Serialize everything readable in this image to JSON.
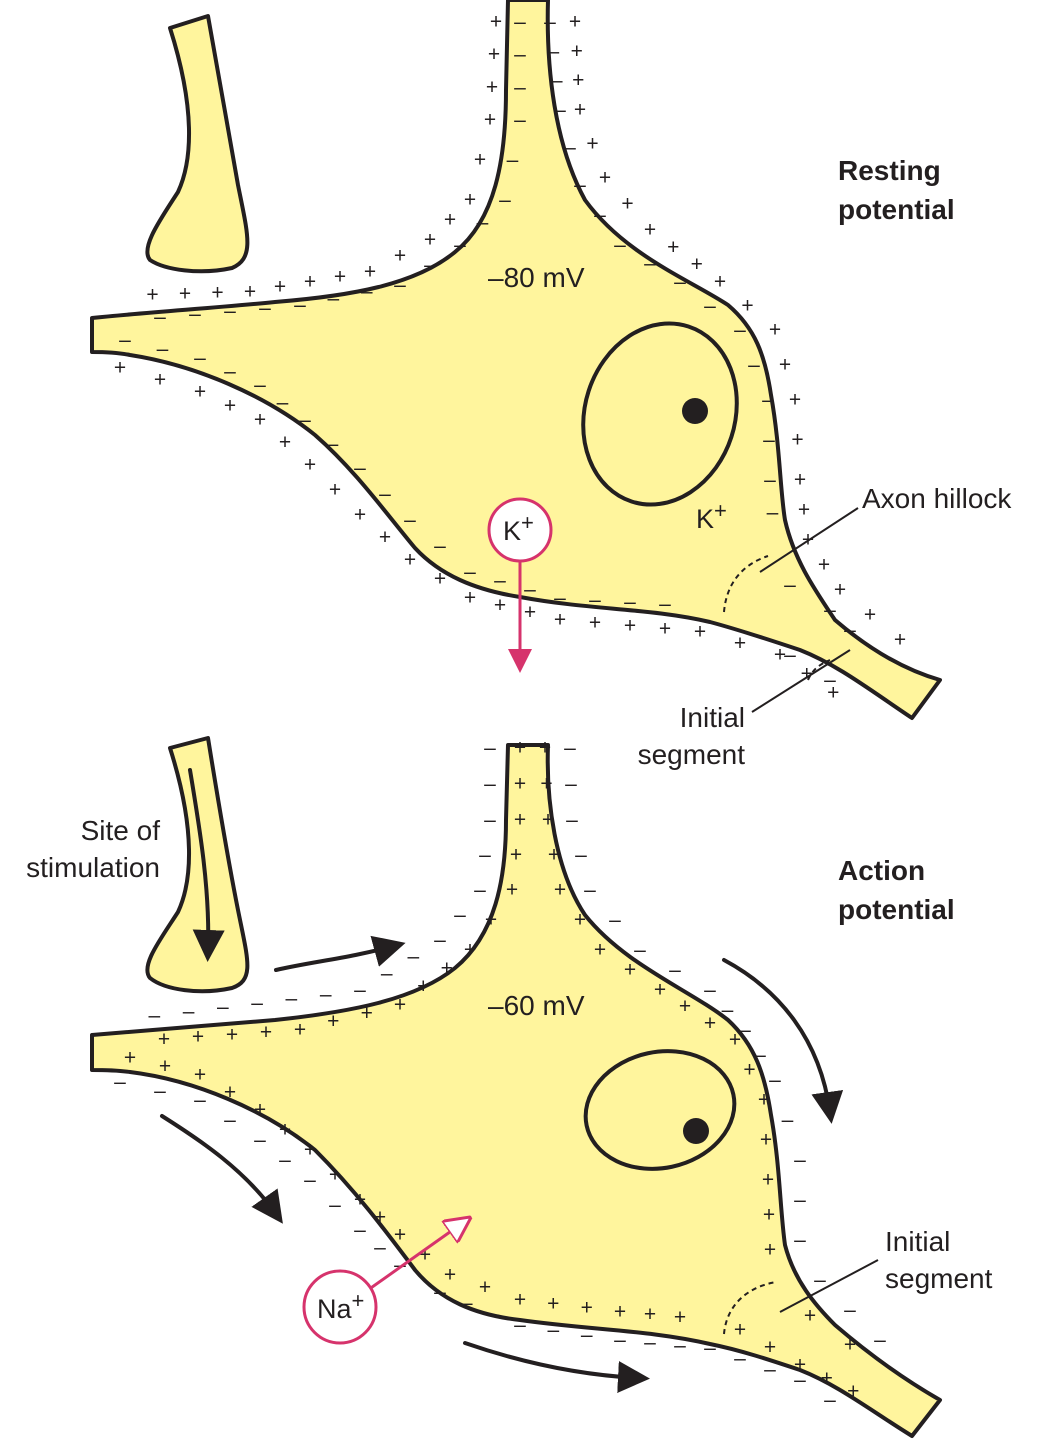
{
  "colors": {
    "cytoplasm": "#FFF59D",
    "outline": "#231F20",
    "ion_accent": "#D6336C"
  },
  "resting": {
    "title_line1": "Resting",
    "title_line2": "potential",
    "voltage": "–80 mV",
    "ion_circle": {
      "symbol": "K",
      "charge": "+"
    },
    "ion_free": {
      "symbol": "K",
      "charge": "+"
    },
    "label_axon_hillock": "Axon hillock",
    "label_initial_line1": "Initial",
    "label_initial_line2": "segment",
    "outside_charge": "+",
    "inside_charge": "–"
  },
  "action": {
    "title_line1": "Action",
    "title_line2": "potential",
    "voltage": "–60 mV",
    "ion_circle": {
      "symbol": "Na",
      "charge": "+"
    },
    "label_site_line1": "Site of",
    "label_site_line2": "stimulation",
    "label_initial_line1": "Initial",
    "label_initial_line2": "segment",
    "outside_charge": "–",
    "inside_charge": "+"
  }
}
